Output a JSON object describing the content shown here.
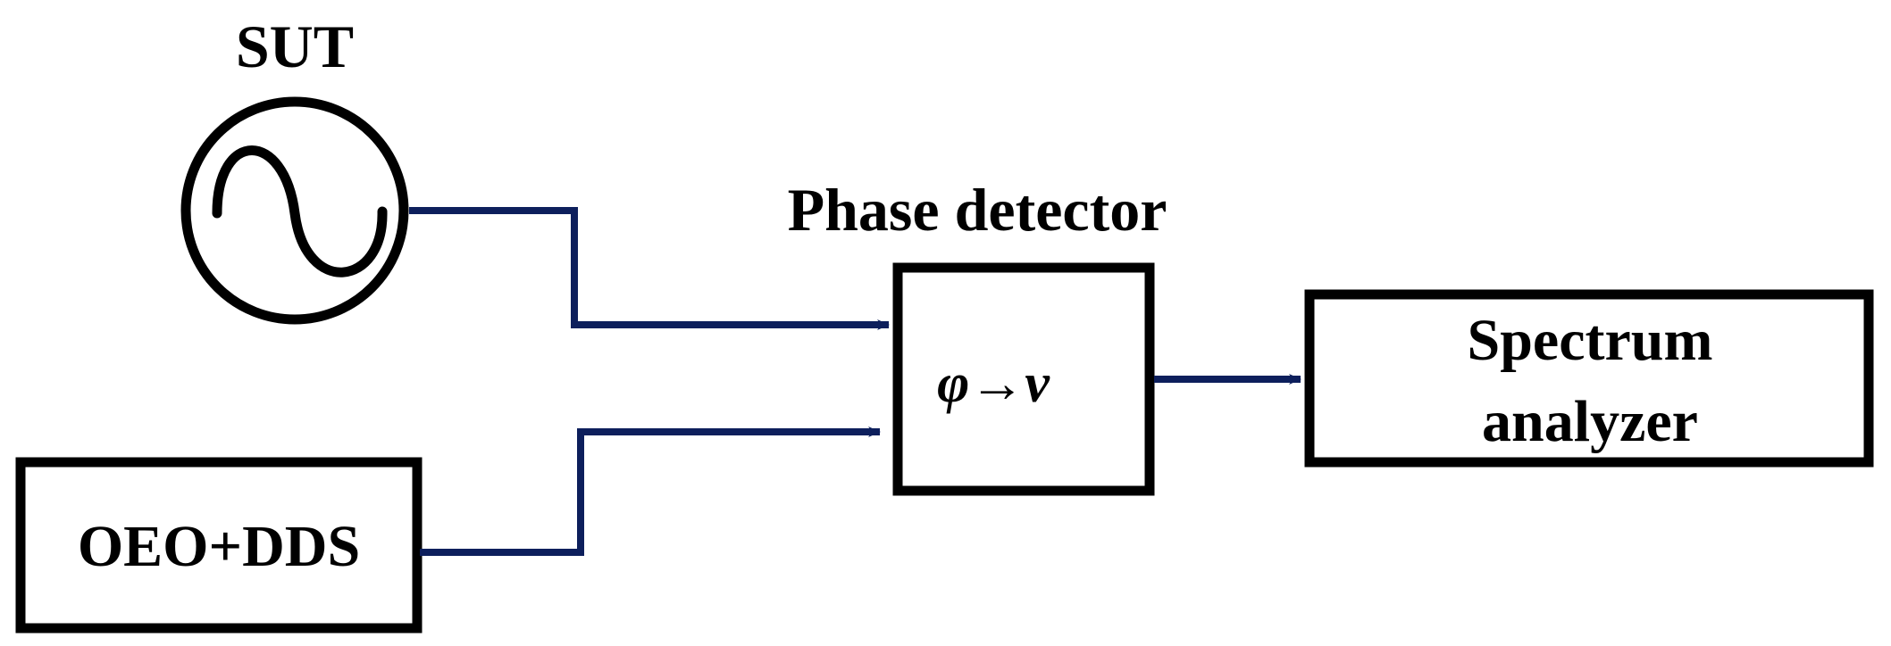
{
  "source": {
    "label": "SUT"
  },
  "reference": {
    "label": "OEO+DDS"
  },
  "detector": {
    "title": "Phase detector",
    "phi": "φ",
    "arrow": "→",
    "v": "v"
  },
  "analyzer": {
    "line1": "Spectrum",
    "line2": "analyzer"
  },
  "colors": {
    "wire": "#0d1f5c",
    "outline": "#000000"
  }
}
